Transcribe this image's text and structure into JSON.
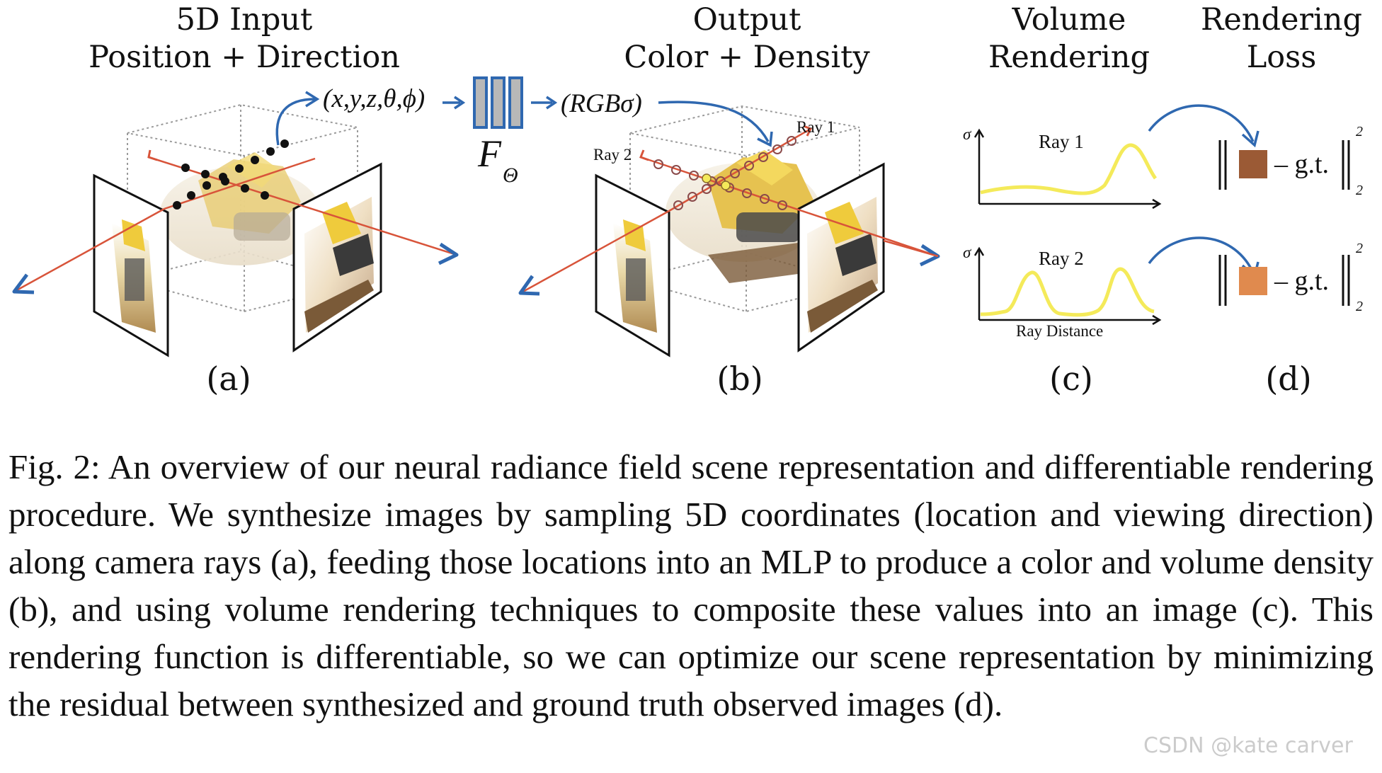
{
  "headings": {
    "a": {
      "line1": "5D Input",
      "line2": "Position + Direction"
    },
    "b": {
      "line1": "Output",
      "line2": "Color + Density"
    },
    "c": {
      "line1": "Volume",
      "line2": "Rendering"
    },
    "d": {
      "line1": "Rendering",
      "line2": "Loss"
    }
  },
  "panel_labels": {
    "a": "(a)",
    "b": "(b)",
    "c": "(c)",
    "d": "(d)"
  },
  "input_vector": "(x,y,z,θ,ϕ)",
  "network_label": "F",
  "network_subscript": "Θ",
  "output_vector": "(RGBσ)",
  "ray_labels": {
    "ray1": "Ray 1",
    "ray2": "Ray 2"
  },
  "density_plots": {
    "axis_symbol": "σ",
    "top_title": "Ray 1",
    "bottom_title": "Ray 2",
    "xlabel": "Ray Distance"
  },
  "loss": {
    "term": "– g.t.",
    "sup": "2",
    "sub": "2",
    "color_top": "#9b5a35",
    "color_bottom": "#e08a4e"
  },
  "colors": {
    "ray": "#d8543a",
    "arrow": "#2f68b0",
    "curve": "#f4ea5a",
    "network_fill": "#b8b8b8",
    "network_stroke": "#2f68b0"
  },
  "caption": {
    "label": "Fig. 2:",
    "text": "An overview of our neural radiance field scene representation and differentiable rendering procedure. We synthesize images by sampling 5D coordinates (location and viewing direction) along camera rays (a), feeding those locations into an MLP to produce a color and volume density (b), and using volume rendering techniques to composite these values into an image (c). This rendering function is differentiable, so we can optimize our scene representation by minimizing the residual between synthesized and ground truth observed images (d)."
  },
  "watermark": "CSDN @kate carver"
}
